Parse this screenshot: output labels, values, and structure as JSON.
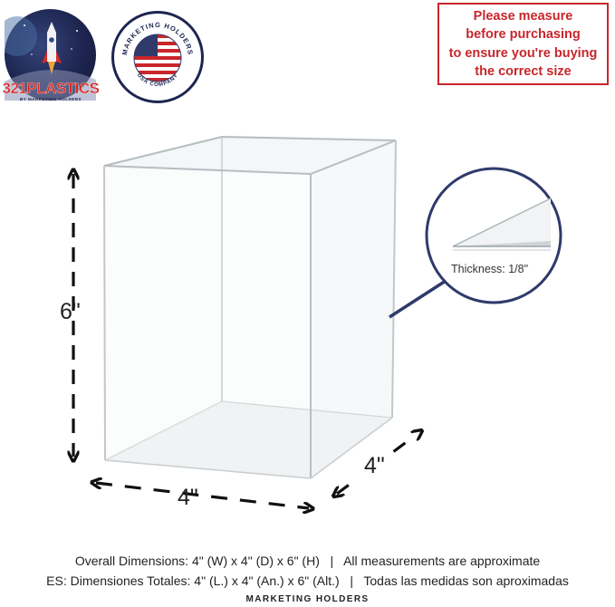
{
  "logos": {
    "plastics": {
      "name": "321PLASTICS",
      "tagline": "BY MARKETING HOLDERS"
    },
    "marketing_holders": {
      "ring_text": "MARKETING HOLDERS",
      "ring_bottom": "USA COMPANY"
    }
  },
  "notice": {
    "line1": "Please measure",
    "line2": "before purchasing",
    "line3": "to ensure you're buying",
    "line4": "the correct size"
  },
  "dimensions": {
    "height": "6\"",
    "width": "4\"",
    "depth": "4\""
  },
  "thickness": "Thickness: 1/8\"",
  "captions": {
    "english": "Overall Dimensions: 4\" (W) x 4\" (D) x 6\" (H)   |   All measurements are approximate",
    "spanish": "ES: Dimensiones Totales: 4\" (L.) x 4\" (An.) x 6\" (Alt.)   |   Todas las medidas son aproximadas",
    "brand": "MARKETING HOLDERS"
  },
  "colors": {
    "notice_red": "#c8262b",
    "navy": "#2f3a6b",
    "logo_red": "#d72b25"
  }
}
